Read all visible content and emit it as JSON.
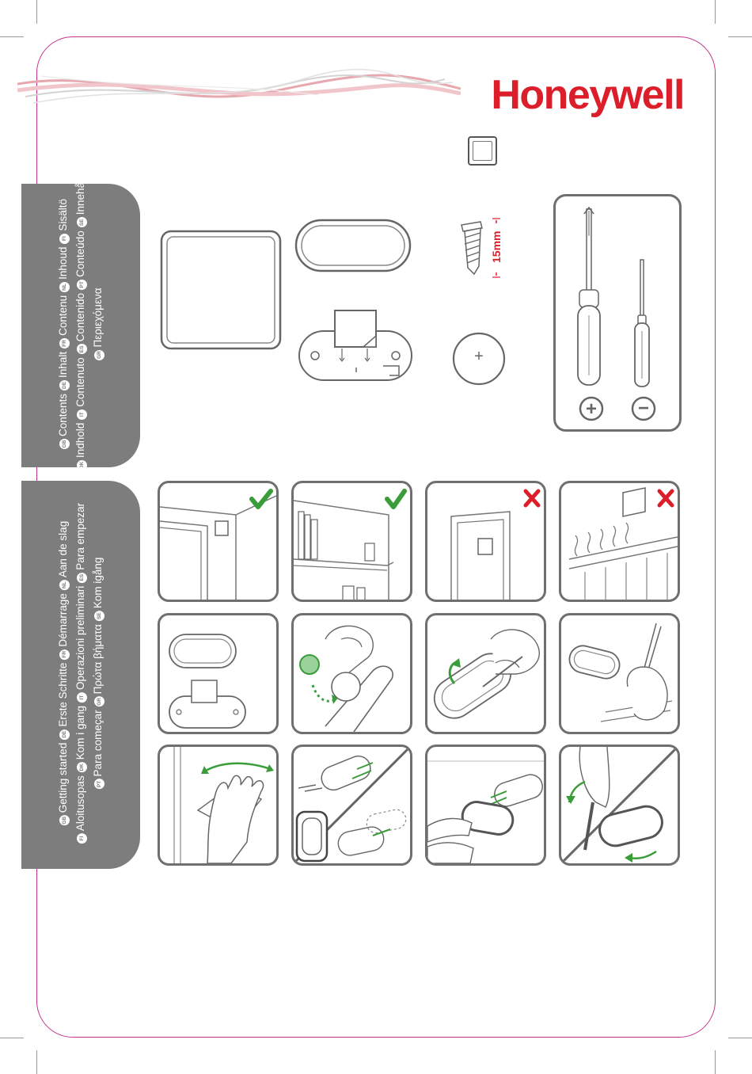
{
  "brand": {
    "logo_text": "Honeywell",
    "accent_color": "#dc1e2a",
    "check_color": "#3a9d3a",
    "cross_color": "#dc1e2a"
  },
  "contents_tab": {
    "lines": [
      [
        [
          "GB",
          "Contents"
        ],
        [
          "DE",
          "Inhalt"
        ],
        [
          "FR",
          "Contenu"
        ],
        [
          "NL",
          "Inhoud"
        ],
        [
          "FI",
          "Sisältö"
        ]
      ],
      [
        [
          "DK",
          "Indhold"
        ],
        [
          "IT",
          "Contenuto"
        ],
        [
          "ES",
          "Contenido"
        ],
        [
          "PT",
          "Conteúdo"
        ],
        [
          "SE",
          "Innehåll"
        ]
      ],
      [
        [
          "GR",
          "Περιεχόμενα"
        ]
      ]
    ]
  },
  "getting_started_tab": {
    "lines": [
      [
        [
          "GB",
          "Getting started"
        ],
        [
          "DE",
          "Erste Schritte"
        ],
        [
          "FR",
          "Démarrage"
        ],
        [
          "NL",
          "Aan de slag"
        ]
      ],
      [
        [
          "FI",
          "Aloitusopas"
        ],
        [
          "DK",
          "Kom i gang"
        ],
        [
          "IT",
          "Operazioni preliminari"
        ],
        [
          "ES",
          "Para empezar"
        ]
      ],
      [
        [
          "PT",
          "Para começar"
        ],
        [
          "GR",
          "Πρώτα βήματα"
        ],
        [
          "SE",
          "Kom igång"
        ]
      ]
    ]
  },
  "contents": {
    "screw_length": "15mm",
    "battery_symbol": "+",
    "tools": {
      "phillips_symbol": "+",
      "flat_symbol": "−"
    }
  },
  "steps": [
    {
      "id": "placement-room-corner",
      "mark": "check"
    },
    {
      "id": "placement-shelf",
      "mark": "check"
    },
    {
      "id": "placement-door-frame",
      "mark": "cross"
    },
    {
      "id": "placement-above-radiator",
      "mark": "cross"
    },
    {
      "id": "parts-overview",
      "mark": ""
    },
    {
      "id": "insert-battery",
      "mark": ""
    },
    {
      "id": "remove-cover",
      "mark": ""
    },
    {
      "id": "mark-position",
      "mark": ""
    },
    {
      "id": "clean-surface",
      "mark": ""
    },
    {
      "id": "fix-base-screws",
      "mark": ""
    },
    {
      "id": "attach-sensor",
      "mark": ""
    },
    {
      "id": "remove-sensor",
      "mark": ""
    }
  ]
}
